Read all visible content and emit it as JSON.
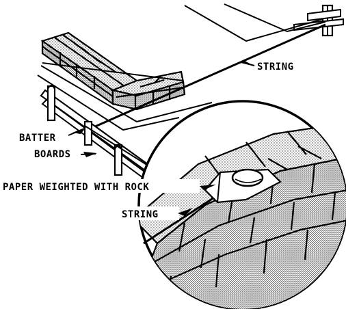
{
  "labels": {
    "string_top": "STRING",
    "batter": "BATTER",
    "boards": "BOARDS",
    "paper": "PAPER WEIGHTED WITH ROCK",
    "string_bottom": "STRING"
  },
  "colors": {
    "ink": "#000000",
    "paper": "#ffffff",
    "brick_stipple": "#000000"
  }
}
